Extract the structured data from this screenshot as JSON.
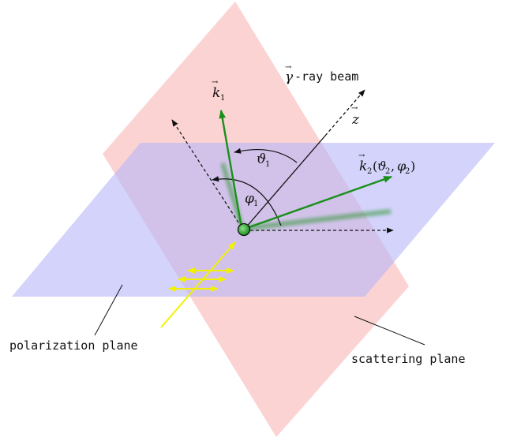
{
  "labels": {
    "gamma_beam": {
      "prefix": "γ",
      "suffix": "-ray beam"
    },
    "z_axis": "z",
    "k1": {
      "symbol": "k",
      "sub": "1"
    },
    "k2": {
      "symbol": "k",
      "sub": "2",
      "args_open": "(",
      "theta": "ϑ",
      "theta_sub": "2",
      "comma": ",",
      "phi": "φ",
      "phi_sub": "2",
      "args_close": ")"
    },
    "theta1": {
      "symbol": "ϑ",
      "sub": "1"
    },
    "phi1": {
      "symbol": "φ",
      "sub": "1"
    },
    "polarization_plane": "polarization plane",
    "scattering_plane": "scattering plane"
  },
  "colors": {
    "polarization_plane": "#b8b8f8",
    "scattering_plane": "#f8b8b8",
    "green_vectors": "#1a8f1a",
    "polarization_arrows": "#f2f200",
    "axes": "#111111"
  }
}
